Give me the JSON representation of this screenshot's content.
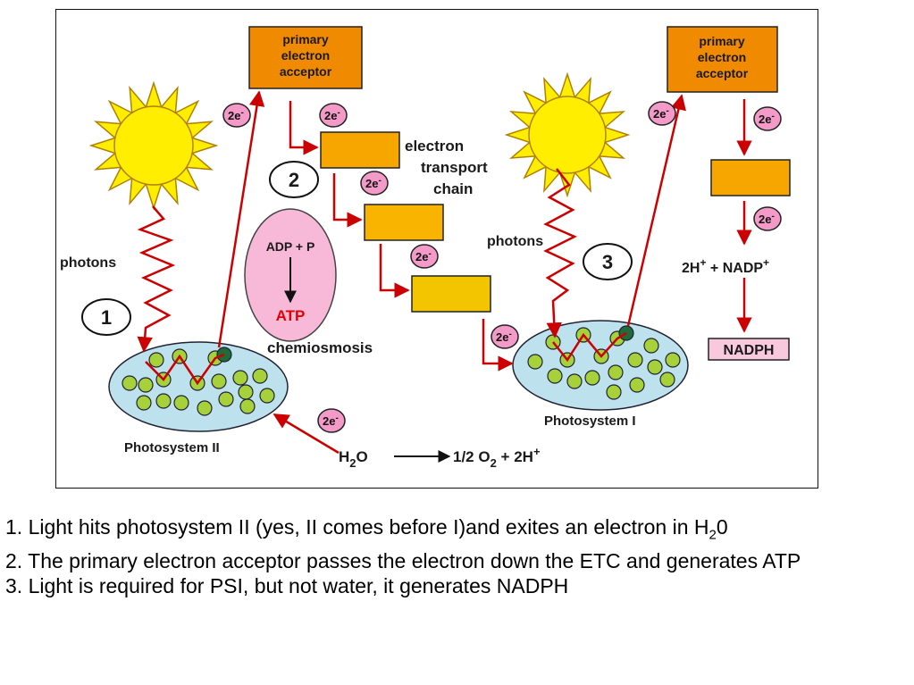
{
  "diagram": {
    "primary_acceptor_1": [
      "primary",
      "electron",
      "acceptor"
    ],
    "primary_acceptor_2": [
      "primary",
      "electron",
      "acceptor"
    ],
    "etc_label": [
      "electron",
      "transport",
      "chain"
    ],
    "photons_left": "photons",
    "photons_right": "photons",
    "step_1": "1",
    "step_2": "2",
    "step_3": "3",
    "electron": {
      "coef": "2e",
      "sup": "-"
    },
    "adp_p": "ADP + P",
    "atp": "ATP",
    "chemiosmosis": "chemiosmosis",
    "photosystem_2": "Photosystem II",
    "photosystem_1": "Photosystem I",
    "water": {
      "h": "H",
      "sub": "2",
      "o": "O"
    },
    "oxygen": {
      "text": "1/2 O",
      "sub": "2",
      "tail": " + 2H",
      "sup": "+"
    },
    "nadp": {
      "h": "2H",
      "sup1": "+",
      "mid": " + NADP",
      "sup2": "+"
    },
    "nadph": "NADPH",
    "colors": {
      "acceptor": "#f08a00",
      "etc_box1": "#f7a600",
      "etc_box2": "#f9b400",
      "etc_box3": "#f2c500",
      "sun": "#ffee00",
      "sun_stroke": "#b08000",
      "arrow": "#cc0000",
      "electron_fill": "#f49ac8",
      "photosystem_fill": "#bde2ee",
      "chlorophyll": "#a6d13a",
      "reaction_center": "#1f6b3a",
      "atp_oval": "#f8b9d8",
      "atp_text": "#e00000",
      "nadph_box": "#f8c8dc"
    }
  },
  "notes": {
    "line1": "1. Light hits photosystem II (yes, II comes before I)and exites an electron in H",
    "line1_sub": "2",
    "line1_end": "0",
    "line2": "2.  The primary electron acceptor passes the electron down the ETC and generates ATP",
    "line3": "3. Light is required for PSI, but not water, it generates NADPH"
  }
}
